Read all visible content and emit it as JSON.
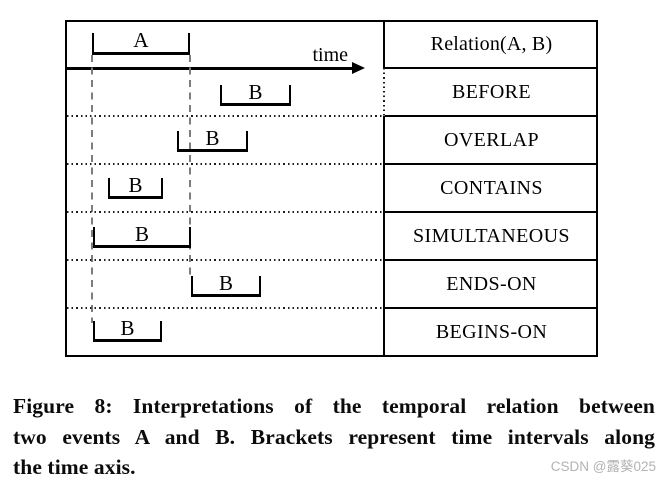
{
  "figure": {
    "header": {
      "interval_a_label": "A",
      "time_axis_label": "time",
      "relation_column_header": "Relation(A, B)"
    },
    "rows": [
      {
        "label": "BEFORE",
        "interval_label": "B"
      },
      {
        "label": "OVERLAP",
        "interval_label": "B"
      },
      {
        "label": "CONTAINS",
        "interval_label": "B"
      },
      {
        "label": "SIMULTANEOUS",
        "interval_label": "B"
      },
      {
        "label": "ENDS-ON",
        "interval_label": "B"
      },
      {
        "label": "BEGINS-ON",
        "interval_label": "B"
      }
    ],
    "caption": {
      "lines": [
        "Figure 8: Interpretations of the temporal relation between",
        "two events A and B. Brackets represent time intervals along",
        "the time axis."
      ]
    },
    "watermark": "CSDN @露葵025",
    "colors": {
      "line": "#000000",
      "guide_dash": "#7d7d7d",
      "watermark": "#b3b3b3",
      "background": "#ffffff"
    }
  }
}
